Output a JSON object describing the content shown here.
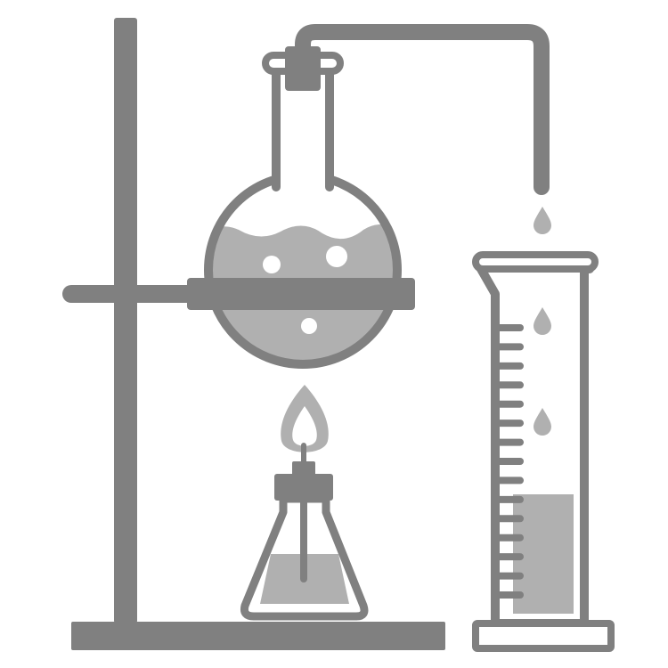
{
  "colors": {
    "background": "#ffffff",
    "dark_gray": "#808080",
    "light_gray": "#b0b0b0",
    "white": "#ffffff"
  },
  "icons": {
    "ring_stand": "ring-stand-icon",
    "round_bottom_flask": "round-bottom-flask-icon",
    "condenser_tube": "delivery-tube-icon",
    "water_droplets": "droplet-icon",
    "graduated_cylinder": "graduated-cylinder-icon",
    "burner": "spirit-lamp-icon",
    "flame": "flame-icon"
  },
  "measurements": {
    "flask_liquid_fill_fraction": 0.45,
    "cylinder_liquid_fill_fraction": 0.32,
    "droplet_count": 3,
    "bubble_count": 3,
    "cylinder_tick_count": 15
  }
}
